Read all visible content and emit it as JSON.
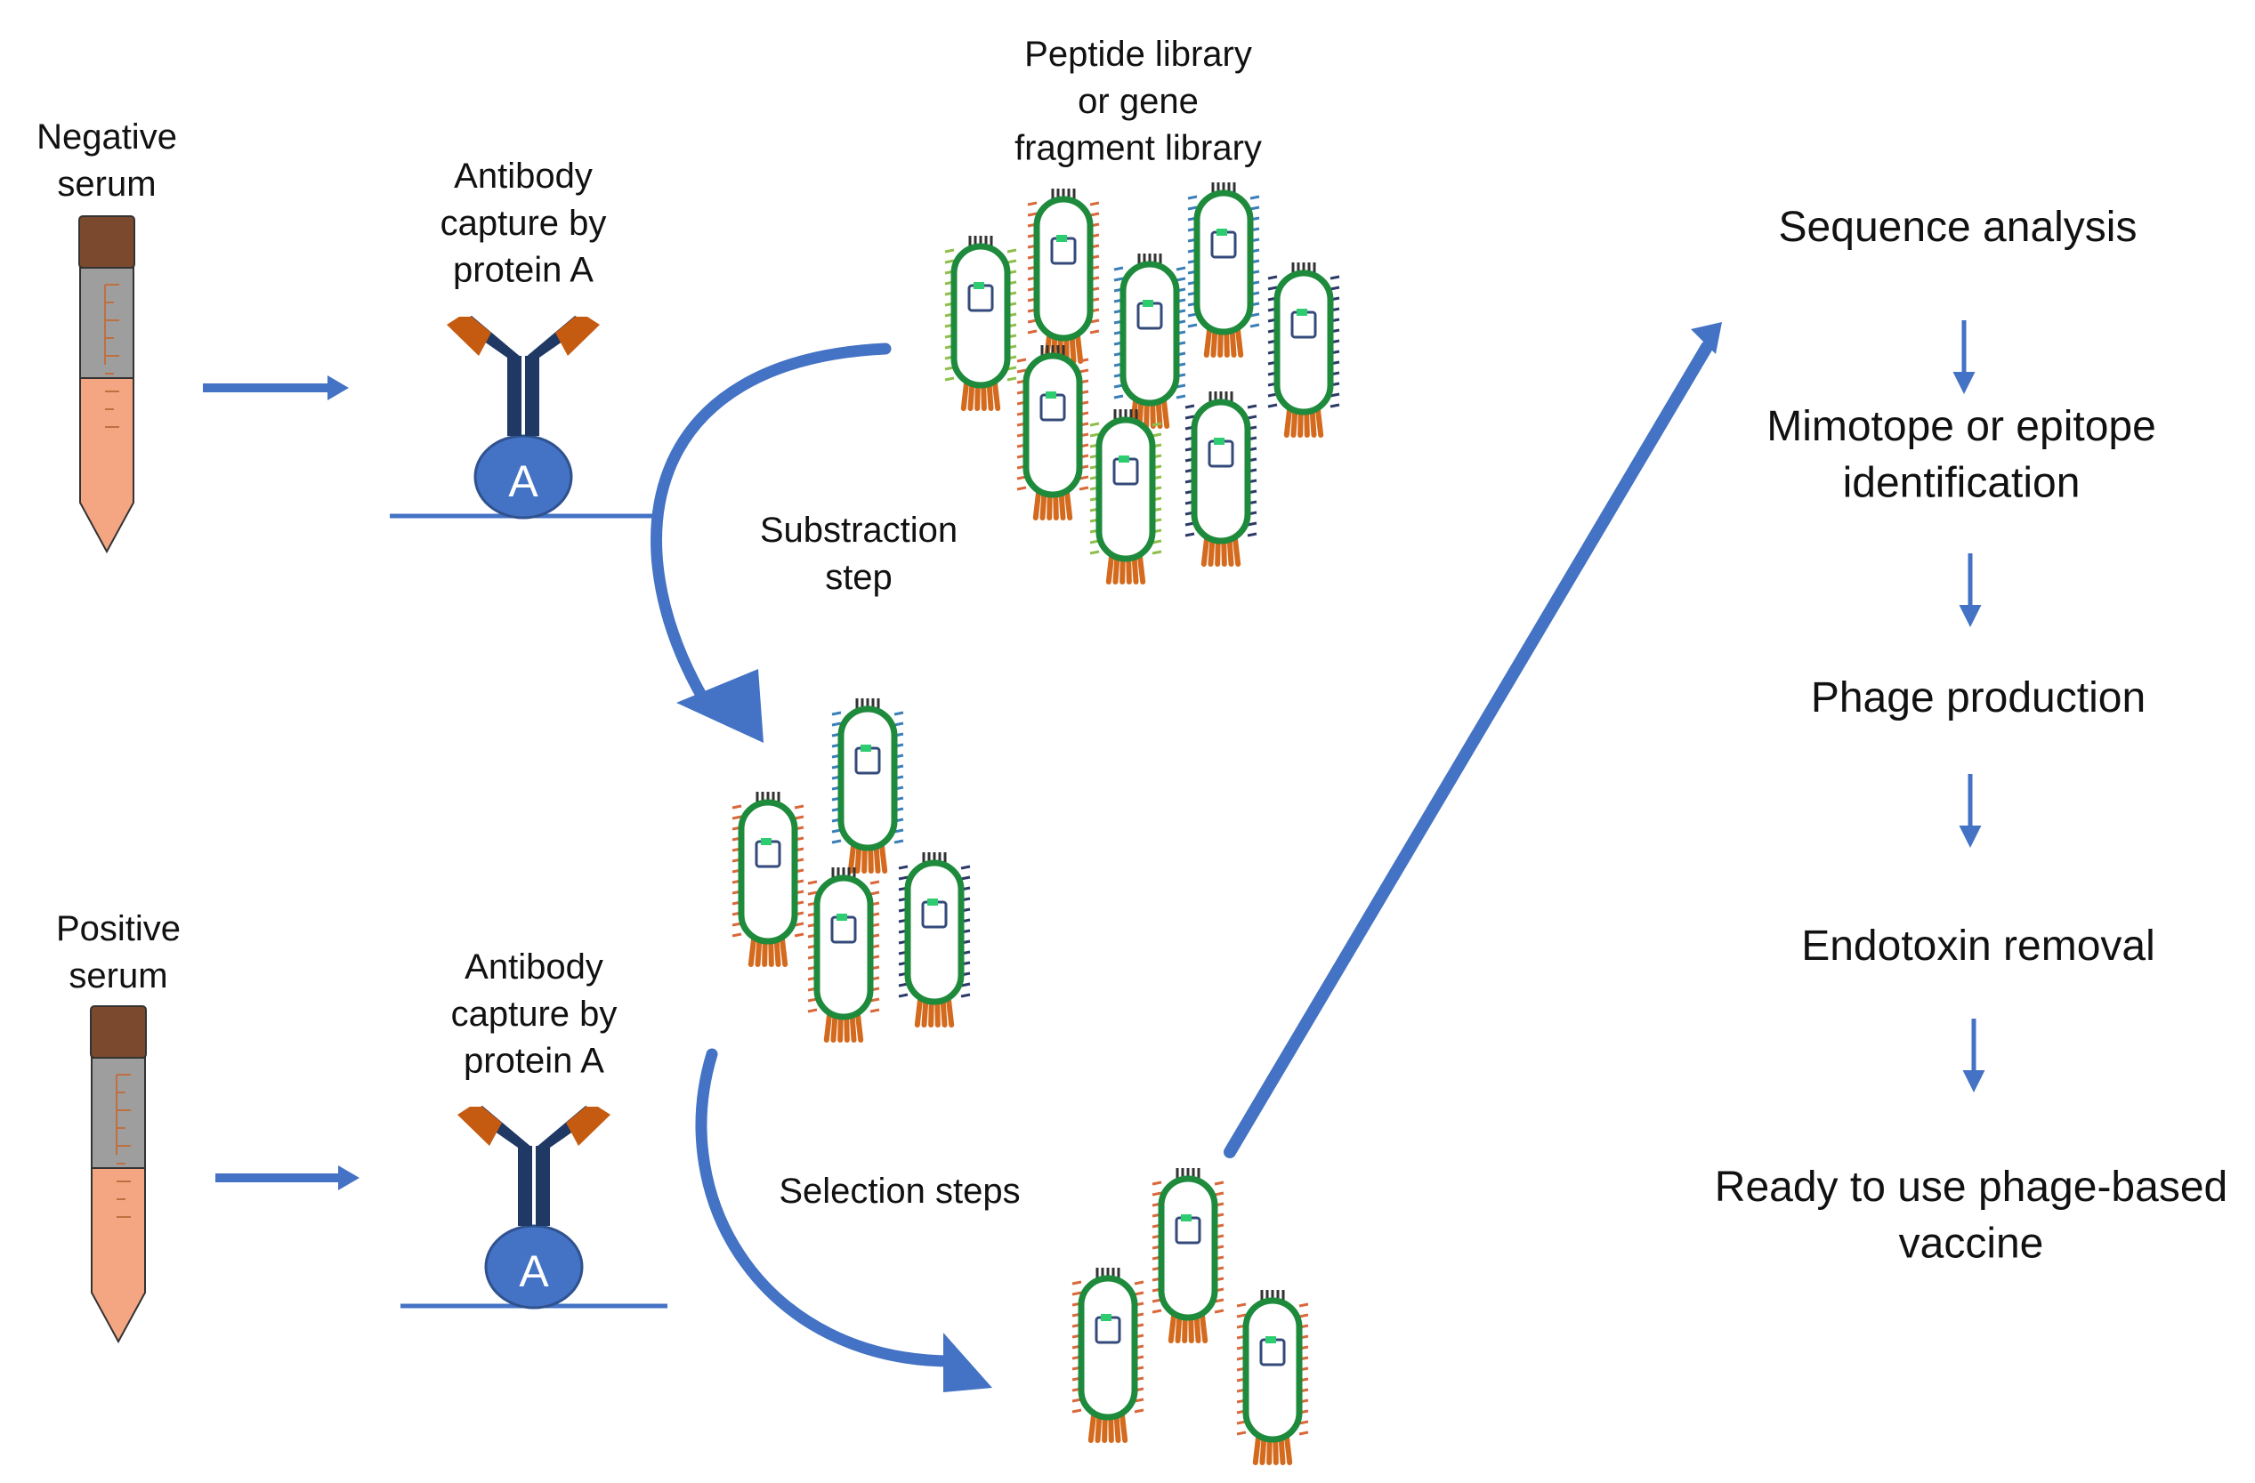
{
  "labels": {
    "negative_serum": [
      "Negative",
      "serum"
    ],
    "positive_serum": [
      "Positive",
      "serum"
    ],
    "capture_top": [
      "Antibody",
      "capture by",
      "protein A"
    ],
    "capture_bottom": [
      "Antibody",
      "capture by",
      "protein A"
    ],
    "library": [
      "Peptide library",
      "or gene",
      "fragment library"
    ],
    "substraction": [
      "Substraction",
      "step"
    ],
    "selection": [
      "Selection steps"
    ],
    "protein_a_letter": "A"
  },
  "workflow_steps": [
    [
      "Sequence analysis"
    ],
    [
      "Mimotope or epitope",
      "identification"
    ],
    [
      "Phage production"
    ],
    [
      "Endotoxin removal"
    ],
    [
      "Ready to use phage-based",
      "vaccine"
    ]
  ],
  "colors": {
    "arrow": "#4472c4",
    "antibody_heavy": "#1f3864",
    "antibody_light": "#c55a11",
    "protein_a": "#4472c4",
    "phage_body": "#1e8a3c",
    "phage_tail": "#d46a1e",
    "tube_cap": "#7b4a2e",
    "tube_serum": "#f4a582",
    "tube_empty": "#9e9e9e"
  },
  "icons": [
    "tube-icon",
    "antibody-icon",
    "protein-a-icon",
    "phage-icon",
    "flow-arrow-icon"
  ]
}
